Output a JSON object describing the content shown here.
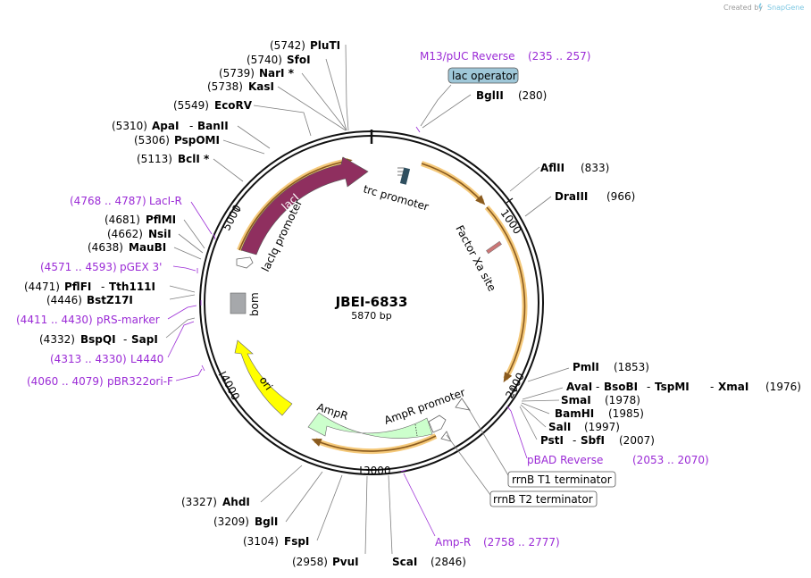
{
  "header": {
    "created_by": "Created by",
    "brand": "SnapGene"
  },
  "plasmid": {
    "name": "JBEI-6833",
    "size": "5870 bp"
  },
  "ticks": [
    "1000",
    "2000",
    "3000",
    "4000",
    "5000"
  ],
  "features": {
    "lacI": "lacI",
    "lacIq_promoter": "lacIq promoter",
    "trc_promoter": "trc promoter",
    "factor_xa": "Factor Xa site",
    "bom": "bom",
    "ori": "ori",
    "ampR": "AmpR",
    "ampR_promoter": "AmpR promoter"
  },
  "boxed": {
    "lac_operator": "lac operator",
    "rrnB_T1": "rrnB T1 terminator",
    "rrnB_T2": "rrnB T2 terminator"
  },
  "sites": {
    "plut1": {
      "pos": "(5742)",
      "name": "PluTI"
    },
    "sfoi": {
      "pos": "(5740)",
      "name": "SfoI"
    },
    "nari": {
      "pos": "(5739)",
      "name": "NarI *"
    },
    "kasi": {
      "pos": "(5738)",
      "name": "KasI"
    },
    "ecorv": {
      "pos": "(5549)",
      "name": "EcoRV"
    },
    "apai": {
      "pos": "(5310)",
      "name": "ApaI",
      "extra": "BanII"
    },
    "pspomi": {
      "pos": "(5306)",
      "name": "PspOMI"
    },
    "bcli": {
      "pos": "(5113)",
      "name": "BclI *"
    },
    "pflmi": {
      "pos": "(4681)",
      "name": "PflMI"
    },
    "nsii": {
      "pos": "(4662)",
      "name": "NsiI"
    },
    "maubi": {
      "pos": "(4638)",
      "name": "MauBI"
    },
    "pflfi": {
      "pos": "(4471)",
      "name": "PflFI",
      "extra": "Tth111I"
    },
    "bstz17i": {
      "pos": "(4446)",
      "name": "BstZ17I"
    },
    "bspqi": {
      "pos": "(4332)",
      "name": "BspQI",
      "extra": "SapI"
    },
    "bglii": {
      "name": "BglII",
      "pos": "(280)"
    },
    "aflii": {
      "name": "AflII",
      "pos": "(833)"
    },
    "draiii": {
      "name": "DraIII",
      "pos": "(966)"
    },
    "pmli": {
      "name": "PmlI",
      "pos": "(1853)"
    },
    "avai": {
      "name": "AvaI",
      "extra1": "BsoBI",
      "extra2": "TspMI",
      "extra3": "XmaI",
      "pos": "(1976)"
    },
    "smai": {
      "name": "SmaI",
      "pos": "(1978)"
    },
    "bamhi": {
      "name": "BamHI",
      "pos": "(1985)"
    },
    "sali": {
      "name": "SalI",
      "pos": "(1997)"
    },
    "psti": {
      "name": "PstI",
      "extra": "SbfI",
      "pos": "(2007)"
    },
    "ahdi": {
      "pos": "(3327)",
      "name": "AhdI"
    },
    "bgli": {
      "pos": "(3209)",
      "name": "BglI"
    },
    "fspi": {
      "pos": "(3104)",
      "name": "FspI"
    },
    "pvui": {
      "pos": "(2958)",
      "name": "PvuI"
    },
    "scai": {
      "name": "ScaI",
      "pos": "(2846)"
    }
  },
  "primers": {
    "m13": {
      "name": "M13/pUC Reverse",
      "range": "(235 .. 257)"
    },
    "laci_r": {
      "range": "(4768 .. 4787)",
      "name": "LacI-R"
    },
    "pgex3": {
      "range": "(4571 .. 4593)",
      "name": "pGEX 3'"
    },
    "prs": {
      "range": "(4411 .. 4430)",
      "name": "pRS-marker"
    },
    "l4440": {
      "range": "(4313 .. 4330)",
      "name": "L4440"
    },
    "pbr322": {
      "range": "(4060 .. 4079)",
      "name": "pBR322ori-F"
    },
    "pbad": {
      "name": "pBAD Reverse",
      "range": "(2053 .. 2070)"
    },
    "ampr": {
      "name": "Amp-R",
      "range": "(2758 .. 2777)"
    }
  },
  "colors": {
    "lacI": "#8f2f5f",
    "ori": "#ffff00",
    "ampR": "#ccffcc",
    "bom": "#a6a8ab",
    "primer": "#9b2bd6",
    "orf": "#f5a623",
    "lac_operator_box": "#9fc7d8"
  }
}
